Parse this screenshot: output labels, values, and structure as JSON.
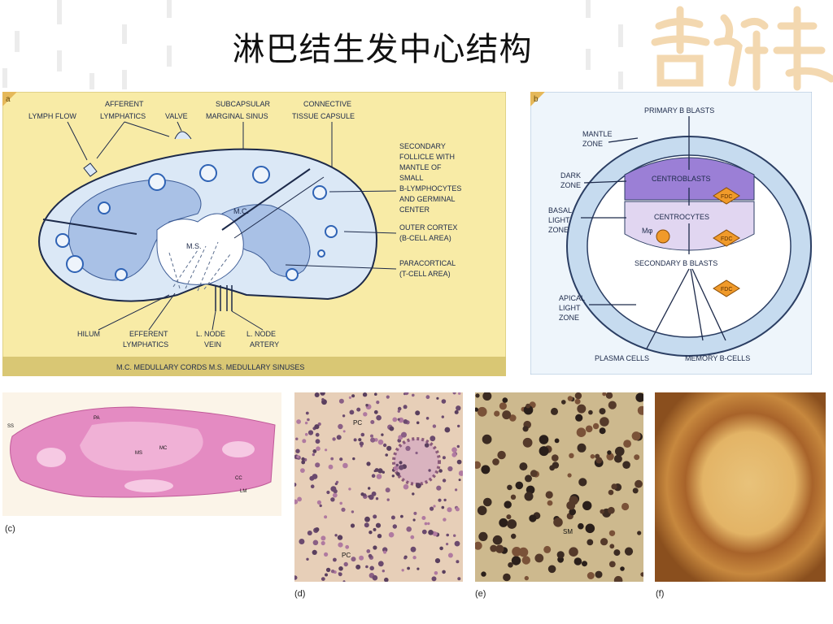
{
  "slide": {
    "title": "淋巴结生发中心结构"
  },
  "panel_a": {
    "letter": "a",
    "labels": {
      "lymph_flow": "LYMPH FLOW",
      "afferent_1": "AFFERENT",
      "afferent_2": "LYMPHATICS",
      "valve": "VALVE",
      "subcapsular_1": "SUBCAPSULAR",
      "subcapsular_2": "MARGINAL SINUS",
      "connective_1": "CONNECTIVE",
      "connective_2": "TISSUE CAPSULE",
      "secondary_follicle": [
        "SECONDARY",
        "FOLLICLE WITH",
        "MANTLE OF",
        "SMALL",
        "B-LYMPHOCYTES",
        "AND GERMINAL",
        "CENTER"
      ],
      "outer_cortex_1": "OUTER CORTEX",
      "outer_cortex_2": "(B-CELL AREA)",
      "paracortical_1": "PARACORTICAL",
      "paracortical_2": "(T-CELL AREA)",
      "mc": "M.C.",
      "ms": "M.S.",
      "hilum": "HILUM",
      "efferent_1": "EFFERENT",
      "efferent_2": "LYMPHATICS",
      "vein_1": "L. NODE",
      "vein_2": "VEIN",
      "artery_1": "L. NODE",
      "artery_2": "ARTERY",
      "footer": "M.C. MEDULLARY CORDS    M.S. MEDULLARY SINUSES"
    }
  },
  "panel_b": {
    "letter": "b",
    "labels": {
      "primary": "PRIMARY B BLASTS",
      "mantle_1": "MANTLE",
      "mantle_2": "ZONE",
      "dark_1": "DARK",
      "dark_2": "ZONE",
      "basal_1": "BASAL",
      "basal_2": "LIGHT",
      "basal_3": "ZONE",
      "centroblasts": "CENTROBLASTS",
      "centrocytes": "CENTROCYTES",
      "fdc": "FDC",
      "macrophage": "Mφ",
      "secondary": "SECONDARY B BLASTS",
      "apical_1": "APICAL",
      "apical_2": "LIGHT",
      "apical_3": "ZONE",
      "plasma": "PLASMA CELLS",
      "memory": "MEMORY B-CELLS"
    }
  },
  "micrographs": {
    "c": {
      "caption": "(c)",
      "labels": [
        "SS",
        "PA",
        "MS",
        "MC",
        "CC",
        "LM"
      ]
    },
    "d": {
      "caption": "(d)",
      "labels": [
        "PC",
        "PC"
      ]
    },
    "e": {
      "caption": "(e)",
      "labels": [
        "SM"
      ]
    },
    "f": {
      "caption": "(f)"
    }
  },
  "colors": {
    "panel_a_bg": "#f8eba6",
    "node_fill": "#dbe8f6",
    "follicle_fill": "#a9c1e6",
    "panel_b_bg": "#eef5fb",
    "dark_zone": "#9b7fd6",
    "light_zone": "#e1d6f1",
    "fdc": "#f09a2a",
    "he_pink": "#e48bc2"
  }
}
